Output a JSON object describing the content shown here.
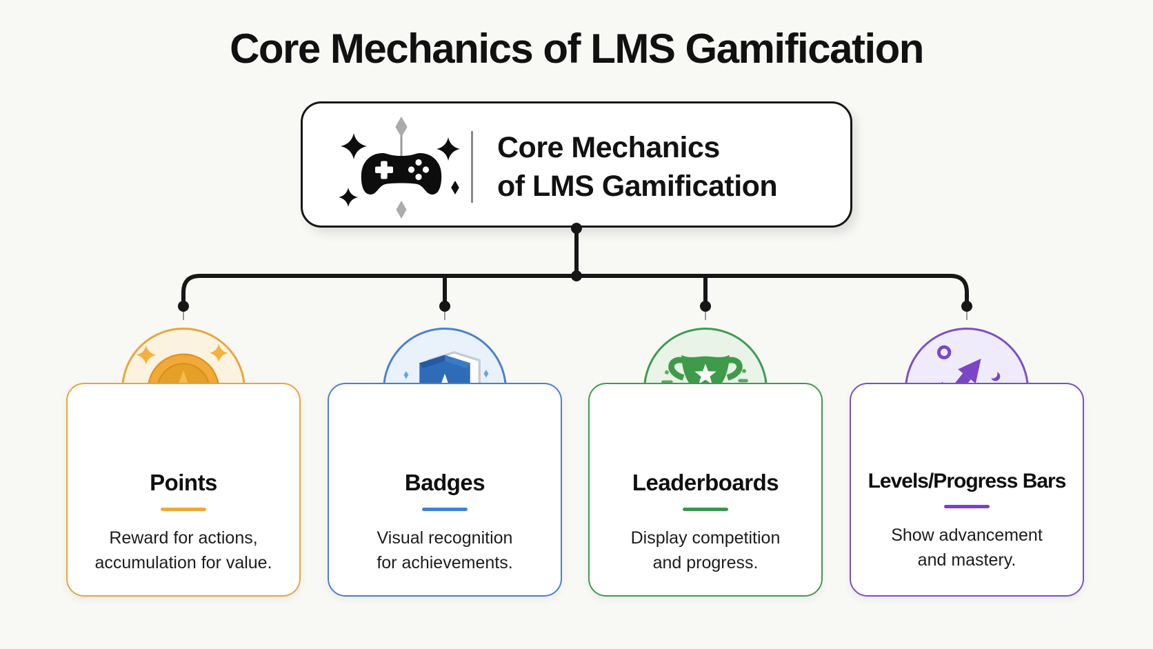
{
  "page": {
    "title": "Core Mechanics of LMS Gamification"
  },
  "theme": {
    "page_bg": "#F8F8F5",
    "card_bg": "#FFFFFF",
    "line_color": "#161616",
    "text_dark": "#111111",
    "divider_gray": "#8a8a8a"
  },
  "header_box": {
    "icon": "gamepad-icon",
    "title_line1": "Core Mechanics",
    "title_line2": "of LMS Gamification"
  },
  "cards": [
    {
      "id": "points",
      "icon": "coin-star-icon",
      "title": "Points",
      "desc_line1": "Reward for actions,",
      "desc_line2": "accumulation for value.",
      "accent": "#E8A53C",
      "underline": "#F0A92D",
      "circle_bg": "#FBF3E0"
    },
    {
      "id": "badges",
      "icon": "shield-badge-icon",
      "title": "Badges",
      "desc_line1": "Visual recognition",
      "desc_line2": "for achievements.",
      "accent": "#4A80CF",
      "underline": "#3B82D8",
      "circle_bg": "#E9F1FB"
    },
    {
      "id": "leaderboards",
      "icon": "trophy-icon",
      "title": "Leaderboards",
      "desc_line1": "Display competition",
      "desc_line2": "and progress.",
      "accent": "#3D9B4F",
      "underline": "#35984A",
      "circle_bg": "#E9F3E8"
    },
    {
      "id": "levels",
      "icon": "trend-up-progress-icon",
      "title": "Levels/Progress Bars",
      "desc_line1": "Show advancement",
      "desc_line2": "and mastery.",
      "accent": "#7B4FC6",
      "underline": "#7C3FC9",
      "circle_bg": "#EFEBFA"
    }
  ]
}
